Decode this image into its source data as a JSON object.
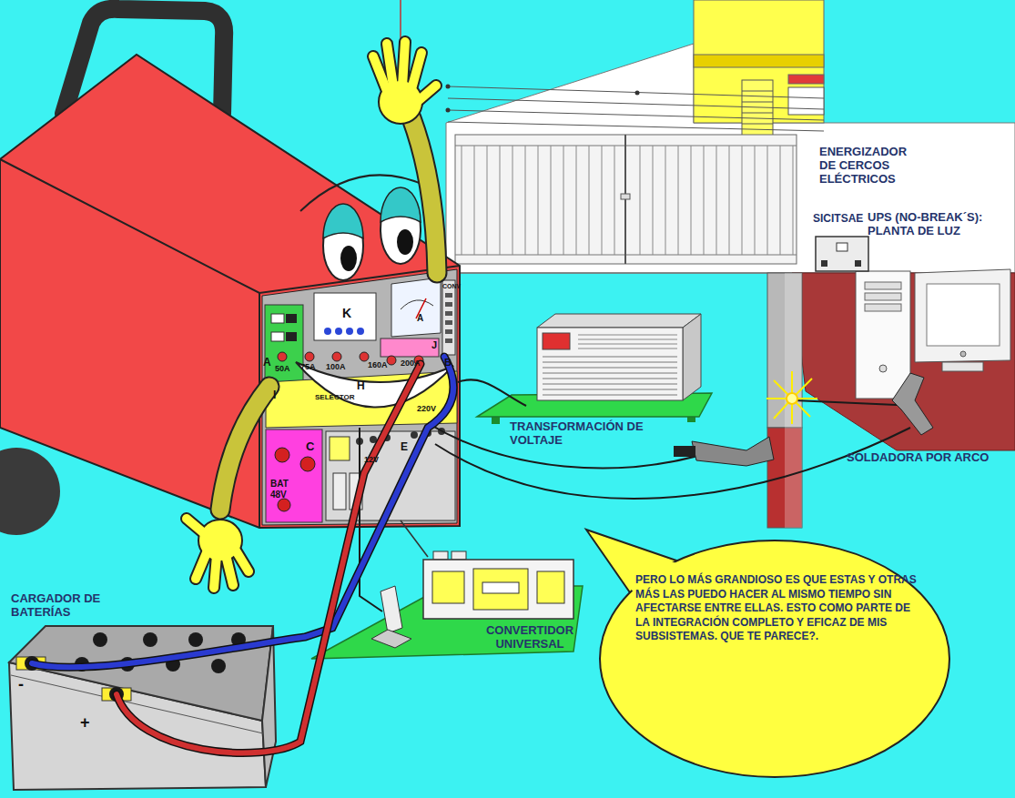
{
  "diagram": {
    "nodes": [
      {
        "text": [
          "SICITSAE"
        ]
      },
      {
        "text": [
          "TRANSFORMACIÓN DE VOLTAJE"
        ]
      },
      {
        "text": [
          "PERO LO MÁS GRANDIOSO ES QUE ESTAS Y OTRAS MÁS LAS PUEDO HACER AL MISMO TIEMPO SIN AFECTARSE ENTRE ELLAS. ESTO COMO PARTE DE LA INTEGRACIÓN COMPLETO Y EFICAZ DE MIS SUBSISTEMAS. QUE TE PARECE?."
        ]
      },
      {
        "text": [
          "CONVERTIDOR UNIVERSAL"
        ]
      }
    ],
    "labels": [
      "CARGADOR DE BATERÍAS",
      "SOLDADORA POR ARCO",
      "ENERGIZADOR DE CERCOS ELÉCTRICOS",
      "UPS (NO-BREAK´S): PLANTA DE LUZ",
      "A",
      "K",
      "A",
      "J",
      "B",
      "H",
      "I",
      "C",
      "E",
      "50A",
      "75A",
      "100A",
      "160A",
      "200A",
      "220V",
      "12V",
      "BAT 48V",
      "SELECTOR",
      "CONV",
      "-",
      "+"
    ]
  }
}
